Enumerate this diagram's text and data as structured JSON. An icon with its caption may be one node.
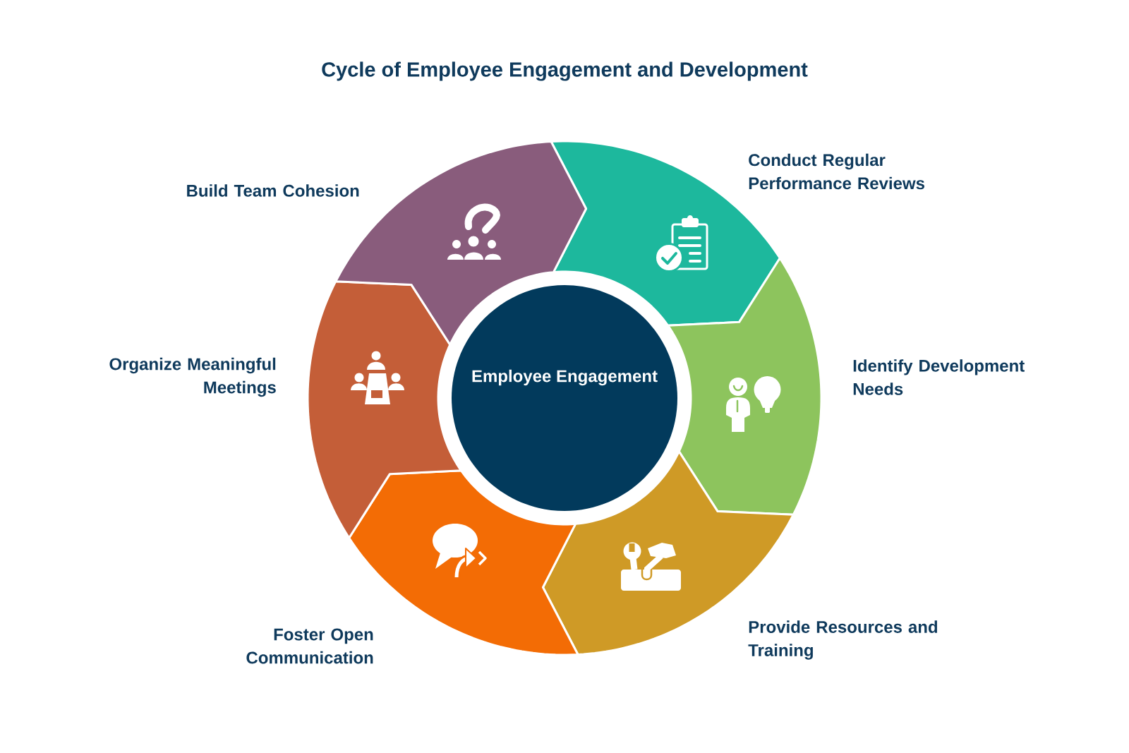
{
  "diagram": {
    "title": "Cycle of Employee Engagement and Development",
    "nodes": [
      {
        "text": [
          "Employee Engagement"
        ]
      },
      {
        "text": [
          "Conduct Regular Performance Reviews"
        ]
      },
      {
        "text": [
          "Identify Development Needs"
        ]
      },
      {
        "text": [
          "Provide Resources and Training"
        ]
      },
      {
        "text": [
          "Foster Open Communication"
        ]
      },
      {
        "text": [
          "Organize Meaningful Meetings"
        ]
      },
      {
        "text": [
          "Build Team Cohesion"
        ]
      }
    ]
  }
}
